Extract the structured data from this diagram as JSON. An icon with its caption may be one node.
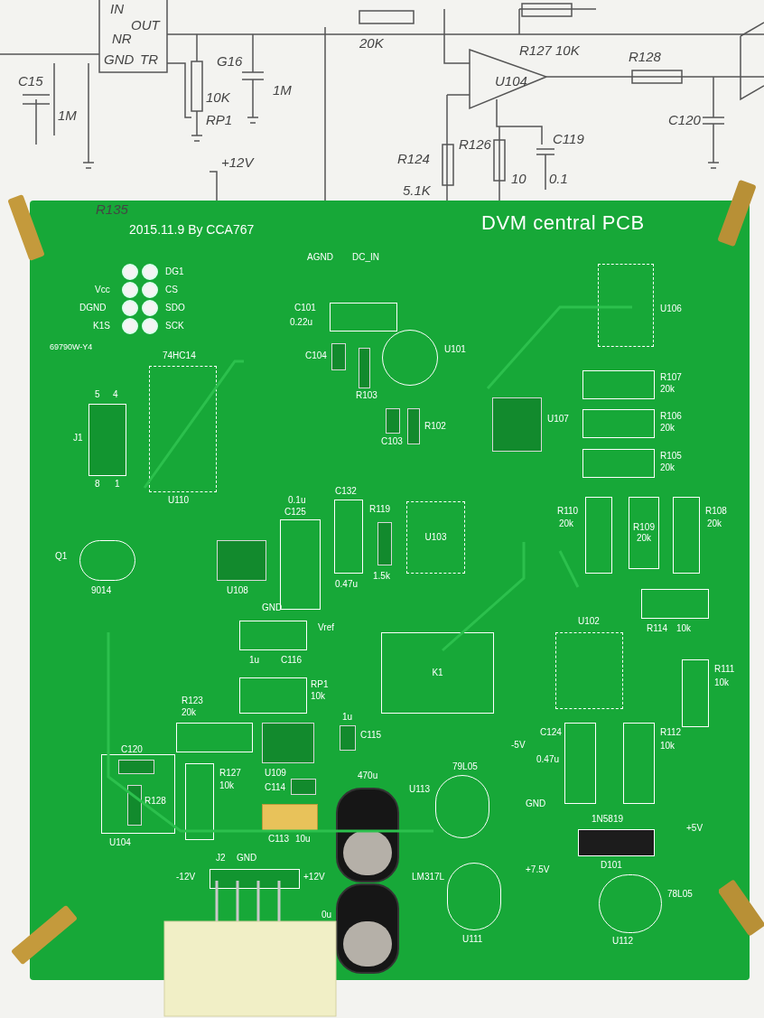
{
  "diagram": {
    "nodes": [
      {
        "text": [
          "DVM central PCB",
          "2015.11.9 By CCA767",
          "69790W-Y4"
        ]
      },
      {
        "text": [
          "J1"
        ],
        "in": 0,
        "beside": [
          "5",
          "4",
          "8",
          "1"
        ]
      },
      {
        "text": [
          "74HC14",
          "U110"
        ],
        "in": 0
      },
      {
        "text": [
          "Q1",
          "9014"
        ],
        "in": 0
      },
      {
        "text": [
          "U108"
        ],
        "in": 0
      },
      {
        "text": [
          "0.1u",
          "C125"
        ],
        "in": 0
      },
      {
        "text": [
          "C132",
          "0.47u"
        ],
        "in": 0
      },
      {
        "text": [
          "R119",
          "1.5k"
        ],
        "in": 0
      },
      {
        "text": [
          "U103"
        ],
        "in": 0
      },
      {
        "text": [
          "C101",
          "0.22u"
        ],
        "in": 0
      },
      {
        "text": [
          "C104"
        ],
        "in": 0
      },
      {
        "text": [
          "R103"
        ],
        "in": 0
      },
      {
        "text": [
          "U101"
        ],
        "in": 0
      },
      {
        "text": [
          "C103"
        ],
        "in": 0
      },
      {
        "text": [
          "R102"
        ],
        "in": 0
      },
      {
        "text": [
          "U107"
        ],
        "in": 0
      },
      {
        "text": [
          "U106"
        ],
        "in": 0
      },
      {
        "text": [
          "R107",
          "20k"
        ],
        "in": 0
      },
      {
        "text": [
          "R106",
          "20k"
        ],
        "in": 0
      },
      {
        "text": [
          "R105",
          "20k"
        ],
        "in": 0
      },
      {
        "text": [
          "R110",
          "20k"
        ],
        "in": 0
      },
      {
        "text": [
          "R109",
          "20k"
        ],
        "in": 0
      },
      {
        "text": [
          "R108",
          "20k"
        ],
        "in": 0
      },
      {
        "text": [
          "R114",
          "10k"
        ],
        "in": 0
      },
      {
        "text": [
          "U102"
        ],
        "in": 0
      },
      {
        "text": [
          "R111",
          "10k"
        ],
        "in": 0
      },
      {
        "text": [
          "K1"
        ],
        "in": 0
      },
      {
        "text": [
          "1u",
          "C116"
        ],
        "in": 0
      },
      {
        "text": [
          "RP1",
          "10k"
        ],
        "in": 0
      },
      {
        "text": [
          "R123",
          "20k"
        ],
        "in": 0
      },
      {
        "text": [
          "U109"
        ],
        "in": 0
      },
      {
        "text": [
          "C115",
          "1u"
        ],
        "in": 0
      },
      {
        "text": [
          "U104"
        ],
        "in": 0
      },
      {
        "text": [
          "C120"
        ],
        "in": 32
      },
      {
        "text": [
          "R128"
        ],
        "in": 32
      },
      {
        "text": [
          "R127",
          "10k"
        ],
        "in": 0
      },
      {
        "text": [
          "C114"
        ],
        "in": 0
      },
      {
        "text": [
          "C113",
          "10u"
        ],
        "in": 0
      },
      {
        "text": [],
        "shape": "cylinder",
        "in": 0,
        "beside": [
          "470u"
        ]
      },
      {
        "text": [],
        "shape": "cylinder",
        "in": 0,
        "beside": [
          "0u"
        ]
      },
      {
        "text": [
          "79L05",
          "U113"
        ],
        "in": 0
      },
      {
        "text": [
          "LM317L",
          "U111"
        ],
        "in": 0
      },
      {
        "text": [
          "C124",
          "0.47u"
        ],
        "in": 0
      },
      {
        "text": [
          "R112",
          "10k"
        ],
        "in": 0
      },
      {
        "text": [
          "1N5819",
          "D101"
        ],
        "in": 0
      },
      {
        "text": [
          "78L05",
          "U112"
        ],
        "in": 0
      },
      {
        "text": [
          "J2"
        ],
        "in": 0
      }
    ],
    "labels": [
      "IN",
      "NR",
      "OUT",
      "GND",
      "TR",
      "C15",
      "1M",
      "G16",
      "1M",
      "20K",
      "R127 10K",
      "U104",
      "R128",
      "C120",
      "RP1",
      "10K",
      "R124",
      "R126",
      "C119",
      "+12V",
      "5.1K",
      "10",
      "0.1",
      "R135",
      "DC_IN",
      "AGND",
      "DG1",
      "CS",
      "SDO",
      "SCK",
      "Vcc",
      "DGND",
      "K1S",
      "GND",
      "Vref",
      "-5V",
      "GND",
      "+5V",
      "+7.5V",
      "-12V",
      "GND",
      "+12V"
    ]
  }
}
